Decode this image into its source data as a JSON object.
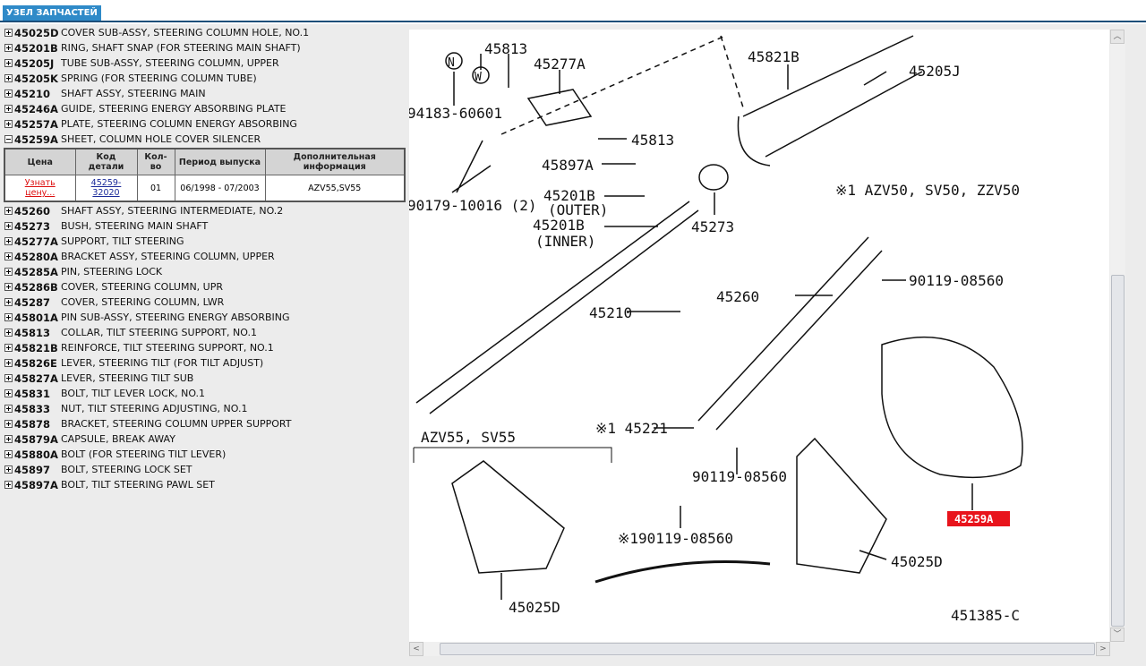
{
  "tab": "УЗЕЛ ЗАПЧАСТЕЙ",
  "parts_before": [
    {
      "code": "45025D",
      "name": "COVER SUB-ASSY, STEERING COLUMN HOLE, NO.1"
    },
    {
      "code": "45201B",
      "name": "RING, SHAFT SNAP (FOR STEERING MAIN SHAFT)"
    },
    {
      "code": "45205J",
      "name": "TUBE SUB-ASSY, STEERING COLUMN, UPPER"
    },
    {
      "code": "45205K",
      "name": "SPRING (FOR STEERING COLUMN TUBE)"
    },
    {
      "code": "45210",
      "name": "SHAFT ASSY, STEERING MAIN"
    },
    {
      "code": "45246A",
      "name": "GUIDE, STEERING ENERGY ABSORBING PLATE"
    },
    {
      "code": "45257A",
      "name": "PLATE, STEERING COLUMN ENERGY ABSORBING"
    }
  ],
  "expanded": {
    "code": "45259A",
    "name": "SHEET, COLUMN HOLE COVER SILENCER",
    "headers": [
      "Цена",
      "Код детали",
      "Кол-во",
      "Период выпуска",
      "Дополнительная информация"
    ],
    "row": {
      "price": "Узнать цену...",
      "part_no": "45259-32020",
      "qty": "01",
      "period": "06/1998 - 07/2003",
      "info": "AZV55,SV55"
    }
  },
  "parts_after": [
    {
      "code": "45260",
      "name": "SHAFT ASSY, STEERING INTERMEDIATE, NO.2"
    },
    {
      "code": "45273",
      "name": "BUSH, STEERING MAIN SHAFT"
    },
    {
      "code": "45277A",
      "name": "SUPPORT, TILT STEERING"
    },
    {
      "code": "45280A",
      "name": "BRACKET ASSY, STEERING COLUMN, UPPER"
    },
    {
      "code": "45285A",
      "name": "PIN, STEERING LOCK"
    },
    {
      "code": "45286B",
      "name": "COVER, STEERING COLUMN, UPR"
    },
    {
      "code": "45287",
      "name": "COVER, STEERING COLUMN, LWR"
    },
    {
      "code": "45801A",
      "name": "PIN SUB-ASSY, STEERING ENERGY ABSORBING"
    },
    {
      "code": "45813",
      "name": "COLLAR, TILT STEERING SUPPORT, NO.1"
    },
    {
      "code": "45821B",
      "name": "REINFORCE, TILT STEERING SUPPORT, NO.1"
    },
    {
      "code": "45826E",
      "name": "LEVER, STEERING TILT (FOR TILT ADJUST)"
    },
    {
      "code": "45827A",
      "name": "LEVER, STEERING TILT SUB"
    },
    {
      "code": "45831",
      "name": "BOLT, TILT LEVER LOCK, NO.1"
    },
    {
      "code": "45833",
      "name": "NUT, TILT STEERING ADJUSTING, NO.1"
    },
    {
      "code": "45878",
      "name": "BRACKET, STEERING COLUMN UPPER SUPPORT"
    },
    {
      "code": "45879A",
      "name": "CAPSULE, BREAK AWAY"
    },
    {
      "code": "45880A",
      "name": "BOLT (FOR STEERING TILT LEVER)"
    },
    {
      "code": "45897",
      "name": "BOLT, STEERING LOCK SET"
    },
    {
      "code": "45897A",
      "name": "BOLT, TILT STEERING PAWL SET"
    }
  ],
  "diagram": {
    "labels": {
      "l45813a": "45813",
      "l45277A": "45277A",
      "lN": "N",
      "lW": "W",
      "l94183": "94183-60601",
      "l45813b": "45813",
      "l45897A": "45897A",
      "l90179": "90179-10016 (2)",
      "l45201Bo": "45201B",
      "outer": "(OUTER)",
      "l45201Bi": "45201B",
      "inner": "(INNER)",
      "l45273": "45273",
      "l45821B": "45821B",
      "l45205J": "45205J",
      "note1": "※1 AZV50, SV50, ZZV50",
      "l90119a": "90119-08560",
      "l45260": "45260",
      "l45210": "45210",
      "l45221": "※1 45221",
      "l90119b": "90119-08560",
      "l90119c": "※190119-08560",
      "azv55": "AZV55, SV55",
      "l45025Da": "45025D",
      "l45025Db": "45025D",
      "l45259A": "45259A",
      "fig": "451385-C"
    },
    "highlight_color": "#e8141c"
  }
}
